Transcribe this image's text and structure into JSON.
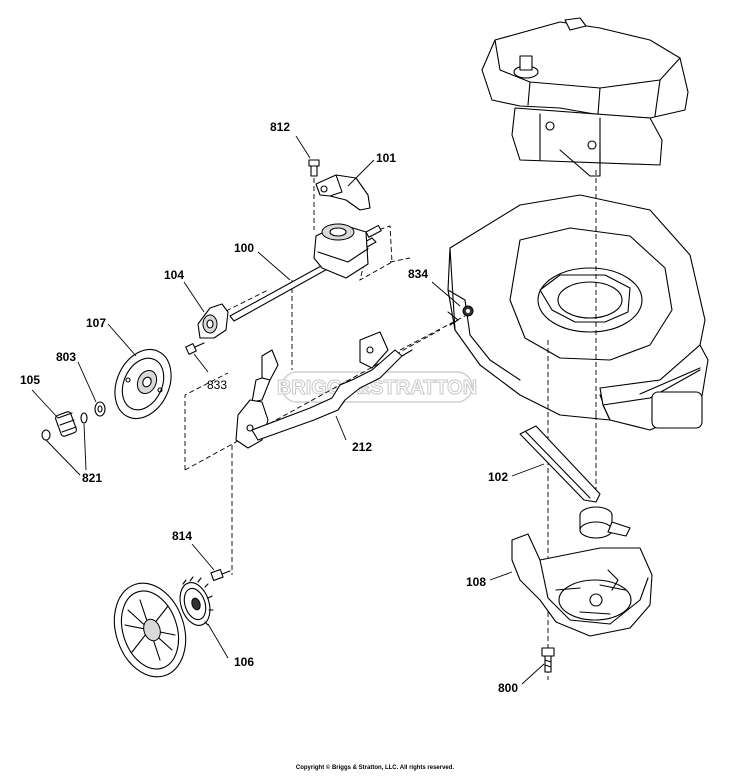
{
  "callouts": {
    "c812": "812",
    "c101": "101",
    "c100": "100",
    "c104": "104",
    "c834": "834",
    "c107": "107",
    "c803": "803",
    "c833": "833",
    "c105": "105",
    "c212": "212",
    "c821": "821",
    "c102": "102",
    "c814": "814",
    "c108": "108",
    "c106": "106",
    "c800": "800"
  },
  "watermark": "BRIGGS&STRATTON",
  "copyright": "Copyright © Briggs & Stratton, LLC. All rights reserved."
}
